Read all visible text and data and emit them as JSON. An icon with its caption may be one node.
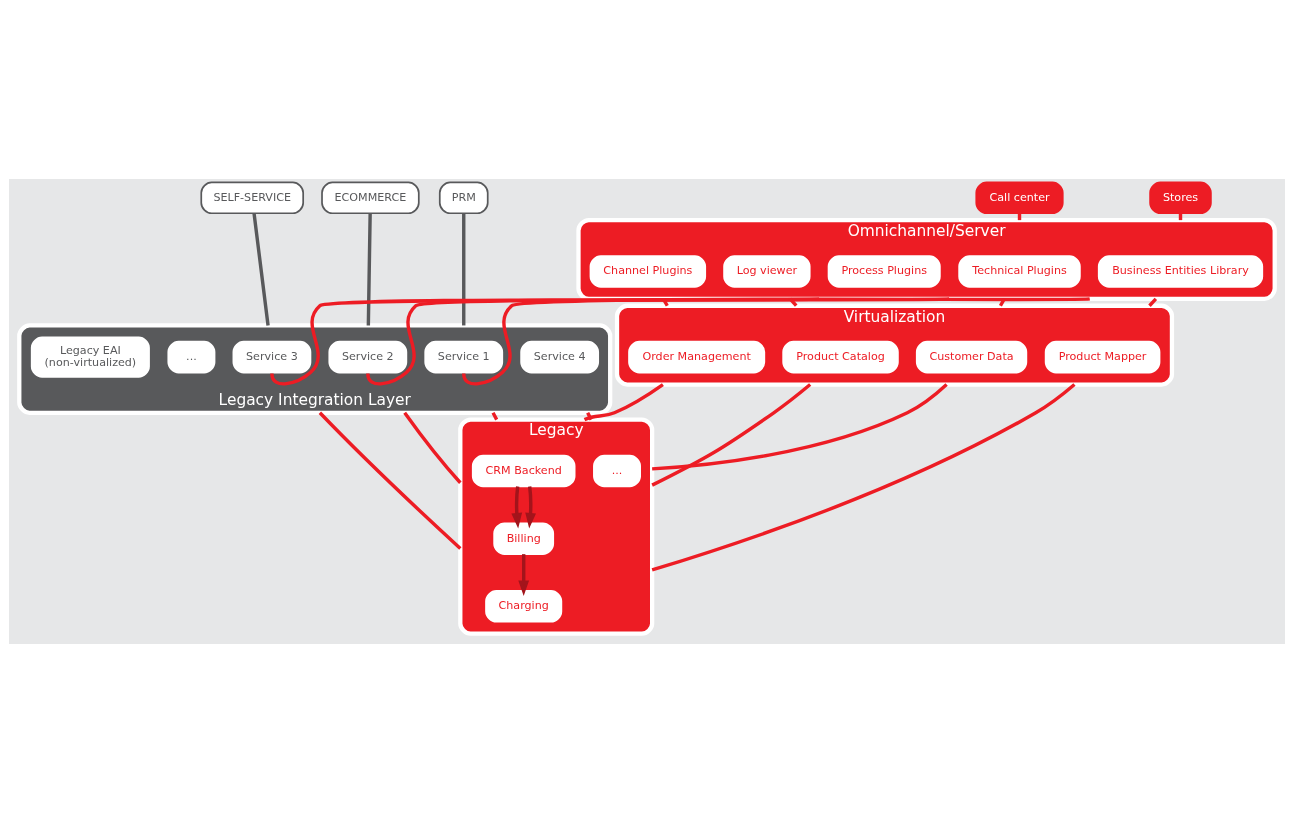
{
  "diagram": {
    "nodes": [
      {
        "text": [
          "Stores"
        ]
      },
      {
        "text": [
          "Call center"
        ]
      },
      {
        "text": [
          "PRM"
        ]
      },
      {
        "text": [
          "ECOMMERCE"
        ]
      },
      {
        "text": [
          "SELF-SERVICE"
        ]
      },
      {
        "text": [
          "Omnichannel/Server"
        ]
      },
      {
        "text": [
          "Business Entities Library"
        ],
        "in": 5
      },
      {
        "text": [
          "Technical Plugins"
        ],
        "in": 5
      },
      {
        "text": [
          "Process Plugins"
        ],
        "in": 5
      },
      {
        "text": [
          "Channel Plugins"
        ],
        "in": 5
      },
      {
        "text": [
          "Log viewer"
        ],
        "in": 5
      },
      {
        "text": [
          "Legacy Integration Layer"
        ]
      },
      {
        "text": [
          "Service 1"
        ],
        "in": 11
      },
      {
        "text": [
          "Service 2"
        ],
        "in": 11
      },
      {
        "text": [
          "Service 3"
        ],
        "in": 11
      },
      {
        "text": [
          "Service 4"
        ],
        "in": 11
      },
      {
        "text": [
          "..."
        ],
        "in": 11
      },
      {
        "text": [
          "Legacy EAI",
          "(non-virtualized)"
        ],
        "in": 11
      },
      {
        "text": [
          "Virtualization"
        ]
      },
      {
        "text": [
          "Order Management"
        ],
        "in": 18
      },
      {
        "text": [
          "Product Catalog"
        ],
        "in": 18
      },
      {
        "text": [
          "Product Mapper"
        ],
        "in": 18
      },
      {
        "text": [
          "Customer Data"
        ],
        "in": 18
      },
      {
        "text": [
          "Legacy"
        ]
      },
      {
        "text": [
          "CRM Backend"
        ],
        "in": 23
      },
      {
        "text": [
          "Billing"
        ],
        "in": 23
      },
      {
        "text": [
          "Charging"
        ],
        "in": 23
      },
      {
        "text": [
          "..."
        ],
        "in": 23
      }
    ],
    "edges": [
      {
        "from": 0,
        "to": 5,
        "arrow": "none"
      },
      {
        "from": 1,
        "to": 5,
        "arrow": "none"
      },
      {
        "from": 2,
        "to": 11,
        "arrow": "none",
        "color": "#58595b"
      },
      {
        "from": 3,
        "to": 11,
        "arrow": "none",
        "color": "#58595b"
      },
      {
        "from": 4,
        "to": 11,
        "arrow": "none",
        "color": "#58595b"
      },
      {
        "from": 5,
        "to": 12,
        "arrow": "none"
      },
      {
        "from": 5,
        "to": 13,
        "arrow": "none"
      },
      {
        "from": 5,
        "to": 14,
        "arrow": "none"
      },
      {
        "from": 5,
        "to": 18,
        "arrow": "none"
      },
      {
        "from": 5,
        "to": 18,
        "arrow": "none"
      },
      {
        "from": 5,
        "to": 18,
        "arrow": "none"
      },
      {
        "from": 5,
        "to": 18,
        "arrow": "none"
      },
      {
        "from": 18,
        "to": 23,
        "arrow": "none"
      },
      {
        "from": 18,
        "to": 23,
        "arrow": "none"
      },
      {
        "from": 18,
        "to": 23,
        "arrow": "none"
      },
      {
        "from": 18,
        "to": 23,
        "arrow": "none"
      },
      {
        "from": 11,
        "to": 23,
        "arrow": "none"
      },
      {
        "from": 11,
        "to": 23,
        "arrow": "none"
      },
      {
        "from": 11,
        "to": 23,
        "arrow": "none"
      },
      {
        "from": 11,
        "to": 23,
        "arrow": "none"
      },
      {
        "from": 24,
        "to": 25,
        "arrow": "to",
        "color": "#a3141b"
      },
      {
        "from": 24,
        "to": 25,
        "arrow": "to",
        "color": "#a3141b"
      },
      {
        "from": 25,
        "to": 26,
        "arrow": "to",
        "color": "#a3141b"
      }
    ]
  }
}
